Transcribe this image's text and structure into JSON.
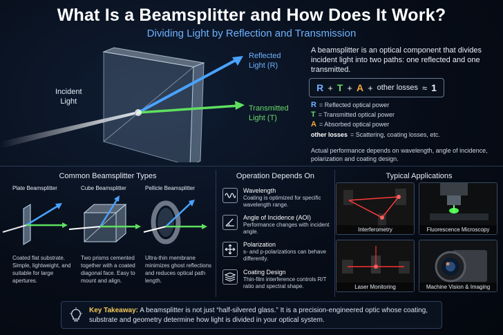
{
  "header": {
    "title": "What Is a Beamsplitter and How Does It Work?",
    "subtitle": "Dividing Light by Reflection and Transmission"
  },
  "hero": {
    "incident_label": [
      "Incident",
      "Light"
    ],
    "reflected_label": [
      "Reflected",
      "Light (R)"
    ],
    "transmitted_label": [
      "Transmitted",
      "Light (T)"
    ]
  },
  "intro": {
    "description": "A beamsplitter is an optical component that divides incident light into two paths: one reflected and one transmitted.",
    "equation": {
      "r": "R",
      "plus1": "+",
      "t": "T",
      "plus2": "+",
      "a": "A",
      "plus3": "+",
      "other": "other losses",
      "approx": "≈",
      "one": "1"
    },
    "legend": [
      {
        "symbol": "R",
        "text": "= Reflected optical power",
        "color": "#6fb2ff"
      },
      {
        "symbol": "T",
        "text": "= Transmitted optical power",
        "color": "#6bd96b"
      },
      {
        "symbol": "A",
        "text": "= Absorbed optical power",
        "color": "#f2a93b"
      },
      {
        "symbol": "other losses",
        "text": "= Scattering, coating losses, etc.",
        "color": "#ffffff"
      }
    ],
    "note": "Actual performance depends on wavelength, angle of incidence, polarization and coating design."
  },
  "types": {
    "title": "Common Beamsplitter Types",
    "items": [
      {
        "name": "Plate Beamsplitter",
        "desc": "Coated flat substrate. Simple, lightweight, and suitable for large apertures."
      },
      {
        "name": "Cube Beamsplitter",
        "desc": "Two prisms cemented together with a coated diagonal face. Easy to mount and align."
      },
      {
        "name": "Pellicle Beamsplitter",
        "desc": "Ultra-thin membrane minimizes ghost reflections and reduces optical path length."
      }
    ]
  },
  "operation": {
    "title": "Operation Depends On",
    "items": [
      {
        "icon": "wave-icon",
        "title": "Wavelength",
        "desc": "Coating is optimized for specific wavelength range."
      },
      {
        "icon": "angle-icon",
        "title": "Angle of Incidence (AOI)",
        "desc": "Performance changes with incident angle."
      },
      {
        "icon": "polarization-arrows-icon",
        "title": "Polarization",
        "desc": "s- and p-polarizations can behave differently."
      },
      {
        "icon": "layers-icon",
        "title": "Coating Design",
        "desc": "Thin-film interference controls R/T ratio and spectral shape."
      }
    ]
  },
  "applications": {
    "title": "Typical Applications",
    "items": [
      {
        "caption": "Interferometry"
      },
      {
        "caption": "Fluorescence Microscopy"
      },
      {
        "caption": "Laser Monitoring"
      },
      {
        "caption": "Machine Vision & Imaging"
      }
    ]
  },
  "takeaway": {
    "label": "Key Takeaway:",
    "text": "A beamsplitter is not just “half-silvered glass.” It is a precision-engineered optic whose coating, substrate and geometry determine how light is divided in your optical system."
  },
  "colors": {
    "reflected": "#4aa3ff",
    "transmitted": "#5fe05f",
    "absorbed": "#f2a93b",
    "accent": "#6fb2ff",
    "highlight": "#f4c95a"
  }
}
